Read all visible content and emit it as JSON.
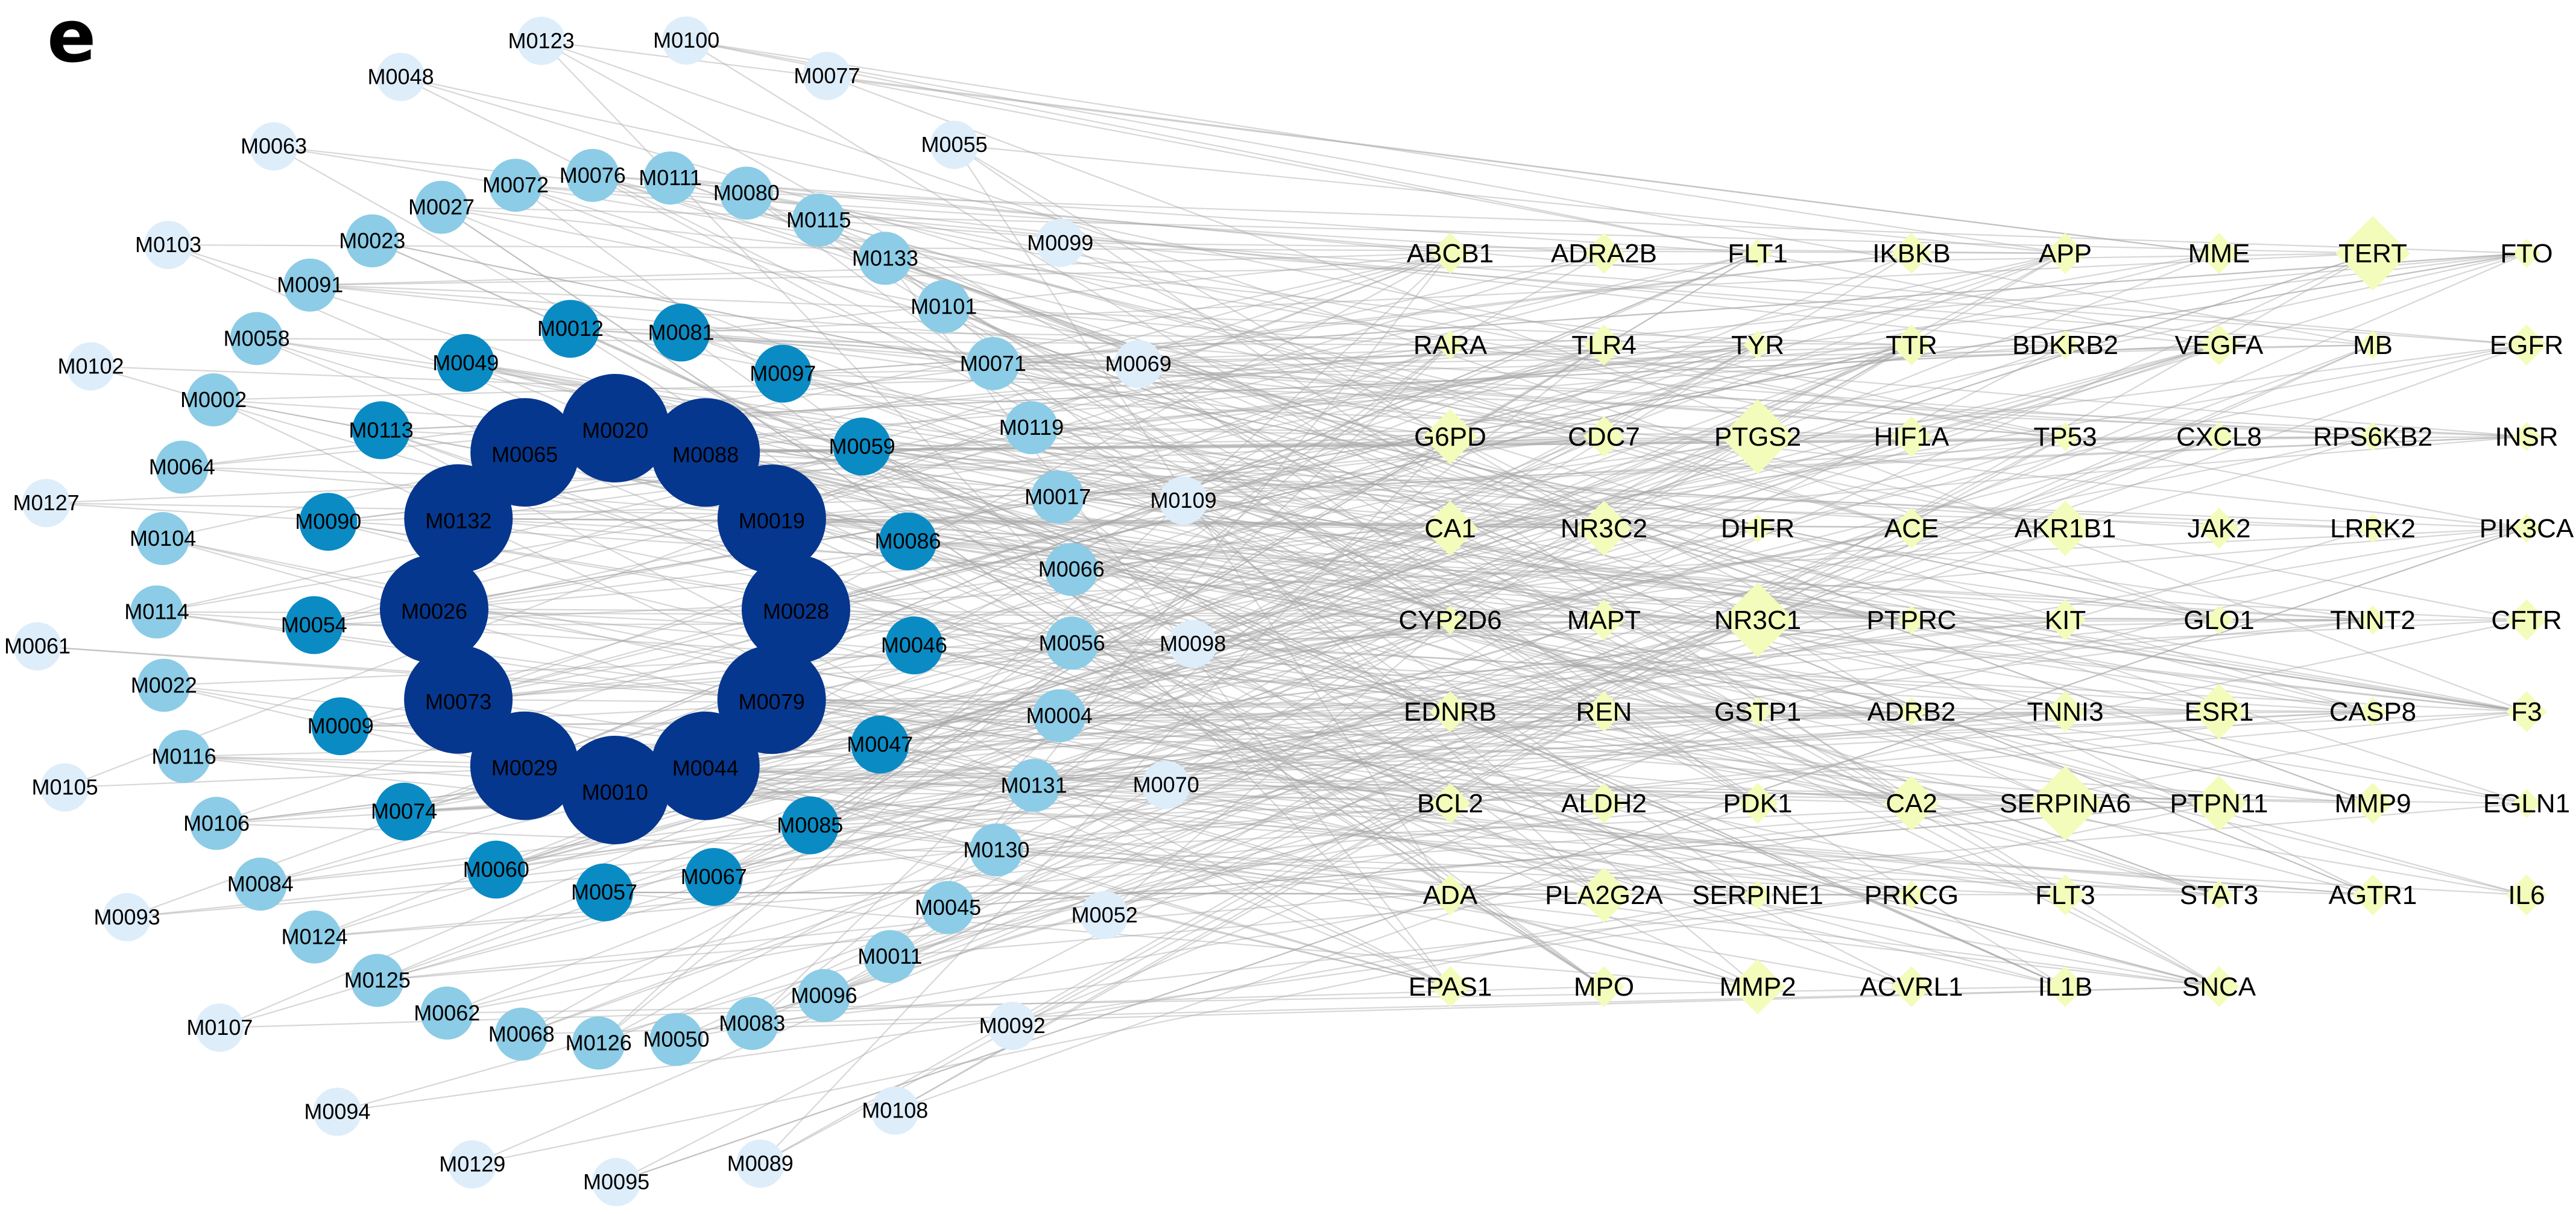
{
  "panel_label": "e",
  "colors": {
    "edge": "#a6a6a6",
    "target_fill": "#f3fcbb",
    "compound_levels": [
      "#deedfa",
      "#8ccce6",
      "#0a8bc4",
      "#06378f"
    ]
  },
  "compounds": {
    "outer": [
      "M0048",
      "M0123",
      "M0100",
      "M0077",
      "M0055",
      "M0099",
      "M0069",
      "M0109",
      "M0098",
      "M0070",
      "M0052",
      "M0092",
      "M0108",
      "M0089",
      "M0095",
      "M0129",
      "M0094",
      "M0107",
      "M0093",
      "M0105",
      "M0061",
      "M0127",
      "M0102",
      "M0103",
      "M0063"
    ],
    "middle": [
      "M0111",
      "M0080",
      "M0115",
      "M0133",
      "M0101",
      "M0071",
      "M0119",
      "M0017",
      "M0066",
      "M0056",
      "M0004",
      "M0131",
      "M0130",
      "M0045",
      "M0011",
      "M0096",
      "M0083",
      "M0050",
      "M0126",
      "M0068",
      "M0062",
      "M0125",
      "M0124",
      "M0084",
      "M0106",
      "M0116",
      "M0022",
      "M0114",
      "M0104",
      "M0064",
      "M0002",
      "M0058",
      "M0091",
      "M0023",
      "M0027",
      "M0072",
      "M0076"
    ],
    "inner": [
      "M0081",
      "M0097",
      "M0059",
      "M0086",
      "M0046",
      "M0047",
      "M0085",
      "M0067",
      "M0057",
      "M0060",
      "M0074",
      "M0009",
      "M0054",
      "M0090",
      "M0113",
      "M0049",
      "M0012"
    ],
    "core": [
      "M0020",
      "M0088",
      "M0019",
      "M0028",
      "M0079",
      "M0044",
      "M0010",
      "M0029",
      "M0073",
      "M0026",
      "M0132",
      "M0065"
    ]
  },
  "targets": {
    "columns": 8,
    "names": [
      "ABCB1",
      "ADRA2B",
      "FLT1",
      "IKBKB",
      "APP",
      "MME",
      "TERT",
      "FTO",
      "RARA",
      "TLR4",
      "TYR",
      "TTR",
      "BDKRB2",
      "VEGFA",
      "MB",
      "EGFR",
      "G6PD",
      "CDC7",
      "PTGS2",
      "HIF1A",
      "TP53",
      "CXCL8",
      "RPS6KB2",
      "INSR",
      "CA1",
      "NR3C2",
      "DHFR",
      "ACE",
      "AKR1B1",
      "JAK2",
      "LRRK2",
      "PIK3CA",
      "CYP2D6",
      "MAPT",
      "NR3C1",
      "PTPRC",
      "KIT",
      "GLO1",
      "TNNT2",
      "CFTR",
      "EDNRB",
      "REN",
      "GSTP1",
      "ADRB2",
      "TNNI3",
      "ESR1",
      "CASP8",
      "F3",
      "BCL2",
      "ALDH2",
      "PDK1",
      "CA2",
      "SERPINA6",
      "PTPN11",
      "MMP9",
      "EGLN1",
      "ADA",
      "PLA2G2A",
      "SERPINE1",
      "PRKCG",
      "FLT3",
      "STAT3",
      "AGTR1",
      "IL6",
      "EPAS1",
      "MPO",
      "MMP2",
      "ACVRL1",
      "IL1B",
      "SNCA"
    ],
    "size_levels": [
      1,
      1,
      0,
      1,
      1,
      1,
      3,
      0,
      0,
      1,
      0,
      1,
      0,
      1,
      0,
      1,
      2,
      1,
      3,
      1,
      0,
      0,
      0,
      0,
      2,
      2,
      0,
      1,
      2,
      1,
      0,
      0,
      0,
      1,
      3,
      0,
      1,
      0,
      0,
      1,
      1,
      1,
      0,
      0,
      1,
      2,
      0,
      1,
      1,
      1,
      1,
      2,
      3,
      2,
      1,
      0,
      1,
      2,
      0,
      0,
      1,
      0,
      1,
      1,
      1,
      1,
      2,
      1,
      1,
      1
    ]
  }
}
